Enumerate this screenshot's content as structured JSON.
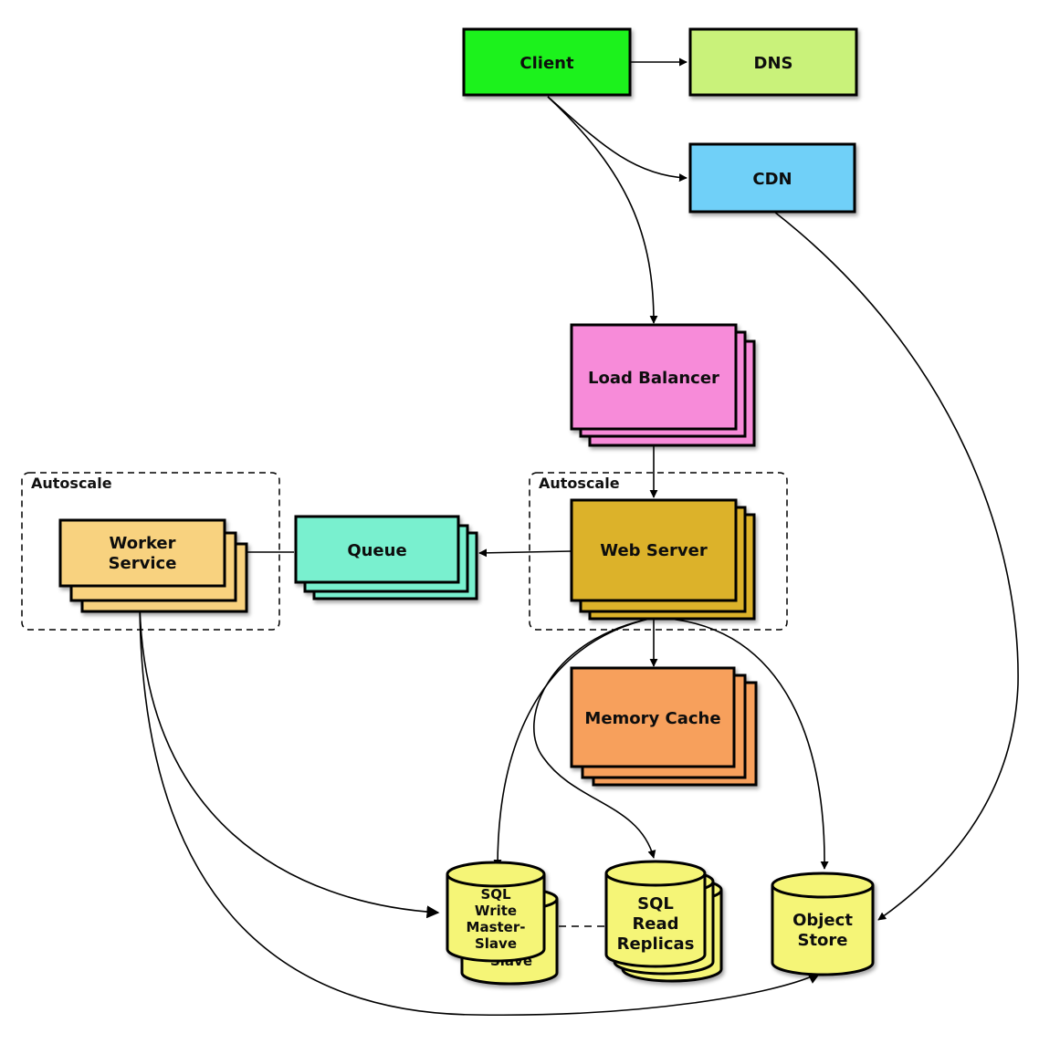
{
  "nodes": {
    "client": {
      "label": "Client",
      "color": "#1ef21e"
    },
    "dns": {
      "label": "DNS",
      "color": "#c9f27a"
    },
    "cdn": {
      "label": "CDN",
      "color": "#6fd0f8"
    },
    "load_balancer": {
      "label": "Load Balancer",
      "color": "#f78bd9"
    },
    "web_server": {
      "label": "Web Server",
      "color": "#dcb22c"
    },
    "queue": {
      "label": "Queue",
      "color": "#79f0cf"
    },
    "worker_service": {
      "label_line1": "Worker",
      "label_line2": "Service",
      "color": "#f8d27f"
    },
    "memory_cache": {
      "label": "Memory Cache",
      "color": "#f7a05c"
    },
    "sql_write": {
      "label_line1": "SQL",
      "label_line2": "Write",
      "label_line3": "Master-",
      "label_line4": "Slave",
      "back_label": "Slave",
      "color": "#f5f577"
    },
    "sql_read": {
      "label_line1": "SQL",
      "label_line2": "Read",
      "label_line3": "Replicas",
      "color": "#f5f577"
    },
    "object_store": {
      "label_line1": "Object",
      "label_line2": "Store",
      "color": "#f5f577"
    }
  },
  "groups": {
    "autoscale_left": {
      "label": "Autoscale"
    },
    "autoscale_right": {
      "label": "Autoscale"
    }
  }
}
